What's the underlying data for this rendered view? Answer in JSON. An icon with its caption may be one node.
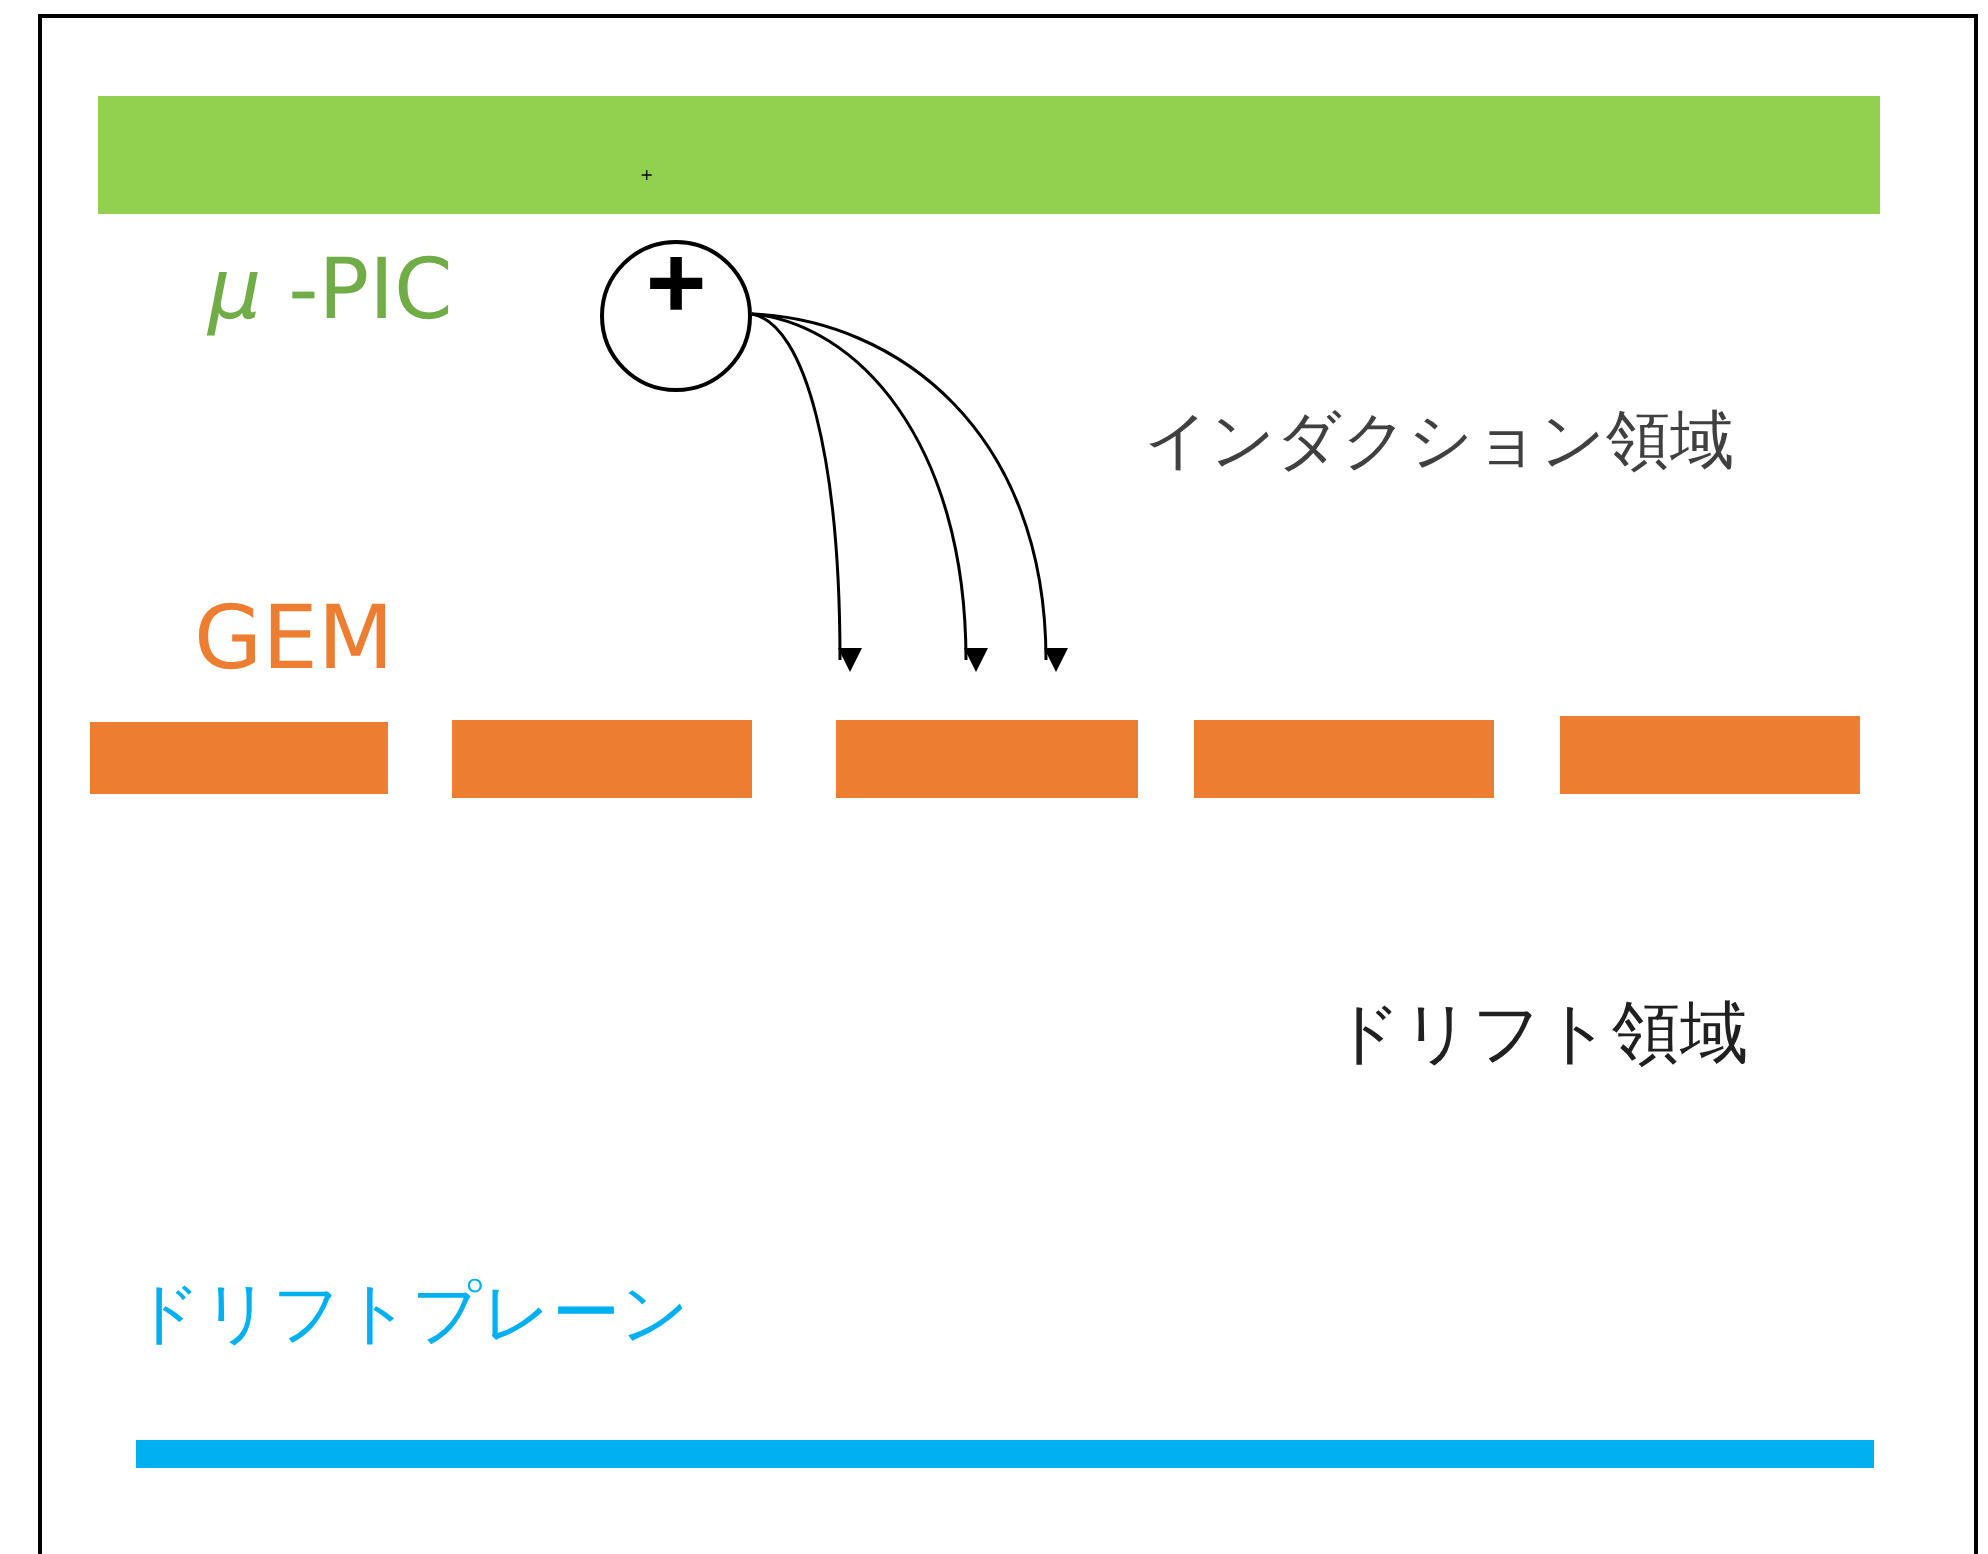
{
  "diagram": {
    "nodes": [
      {
        "text": [],
        "shape": "bar"
      },
      {
        "text": [
          "+"
        ]
      },
      {
        "text": [],
        "shape": "bar"
      },
      {
        "text": [],
        "shape": "bar"
      },
      {
        "text": [],
        "shape": "bar"
      },
      {
        "text": [],
        "shape": "bar"
      },
      {
        "text": [],
        "shape": "bar"
      },
      {
        "text": [],
        "shape": "bar"
      }
    ],
    "edges": [
      {
        "from": 1,
        "to": null,
        "arrow": "to"
      },
      {
        "from": 1,
        "to": null,
        "arrow": "to"
      },
      {
        "from": 1,
        "to": null,
        "arrow": "to"
      }
    ],
    "labels": [
      "+",
      "*μ* -PIC",
      "インダクション領域",
      "GEM",
      "ドリフト領域",
      "ドリフトプレーン"
    ]
  }
}
